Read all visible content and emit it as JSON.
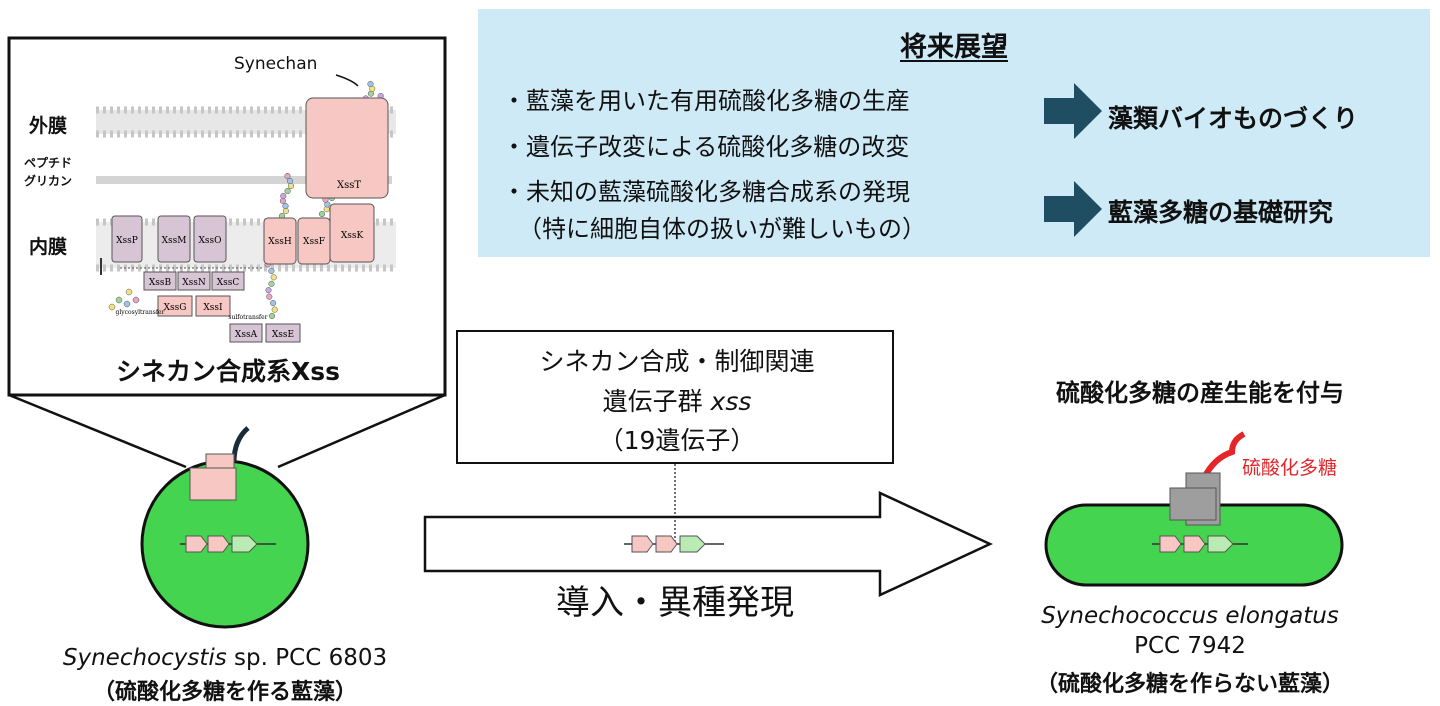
{
  "future": {
    "title": "将来展望",
    "items": [
      "・藍藻を用いた有用硫酸化多糖の生産",
      "・遺伝子改変による硫酸化多糖の改変",
      "・未知の藍藻硫酸化多糖合成系の発現",
      "（特に細胞自体の扱いが難しいもの）"
    ],
    "results": [
      "藻類バイオものづくり",
      "藍藻多糖の基礎研究"
    ]
  },
  "inset": {
    "synechan_label": "Synechan",
    "outer_membrane": "外膜",
    "peptidoglycan_1": "ペプチド",
    "peptidoglycan_2": "グリカン",
    "inner_membrane": "内膜",
    "proteins": [
      "XssT",
      "XssP",
      "XssM",
      "XssO",
      "XssH",
      "XssF",
      "XssK",
      "XssB",
      "XssN",
      "XssC",
      "XssG",
      "XssI",
      "XssA",
      "XssE"
    ],
    "glycosyltransferase_label": "glycosyltransfer",
    "sulfotransferase_label": "sulfotransfer",
    "title": "シネカン合成系Xss"
  },
  "gene_box": {
    "line1": "シネカン合成・制御関連",
    "line2_prefix": "遺伝子群 ",
    "line2_italic": "xss",
    "line3": "（19遺伝子）"
  },
  "arrow_label": "導入・異種発現",
  "left_cell": {
    "species_italic": "Synechocystis",
    "species_rest": " sp. PCC 6803",
    "note": "（硫酸化多糖を作る藍藻）"
  },
  "right_cell": {
    "heading": "硫酸化多糖の産生能を付与",
    "polysaccharide_label": "硫酸化多糖",
    "species_italic": "Synechococcus elongatus",
    "strain": "PCC 7942",
    "note": "（硫酸化多糖を作らない藍藻）"
  },
  "colors": {
    "panel_bg": "#cfeaf7",
    "arrow_dark": "#1f4e63",
    "cell_green": "#45d44f",
    "protein_pink": "#f6c7c3",
    "protein_purple": "#d7c5d6",
    "gray_transporter": "#9e9e9e",
    "polysaccharide_red": "#e5252a",
    "gene_green": "#b9ecb3"
  },
  "icons": [
    "dark-arrow-icon",
    "hollow-arrow-icon",
    "gene-arrow-icon"
  ]
}
